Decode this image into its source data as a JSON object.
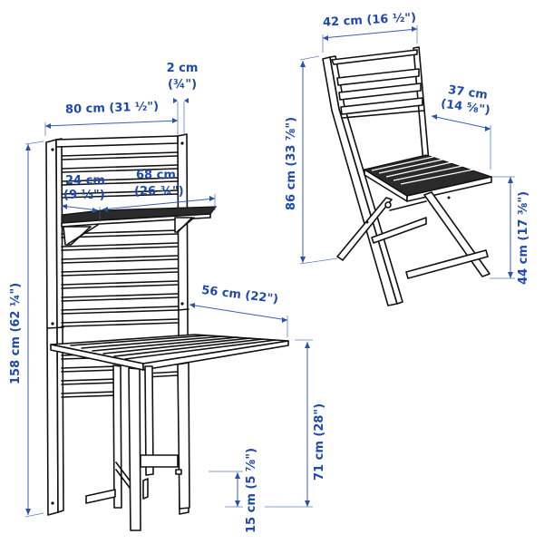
{
  "diagram": {
    "type": "product-dimension-drawing",
    "items": [
      "wall panel with shelf and drop-leaf table",
      "folding chair"
    ],
    "colors": {
      "dimension_ink": "#1f4aa8",
      "line_art": "#111111",
      "background": "#ffffff"
    }
  },
  "panel_set": {
    "width_label": "80 cm (31 ½\")",
    "panel_thickness": {
      "metric": "2 cm",
      "imperial": "(¾\")"
    },
    "shelf_depth": {
      "metric": "24 cm",
      "imperial": "(9 ½\")"
    },
    "shelf_width": {
      "metric": "68 cm",
      "imperial": "(26 ¾\")"
    },
    "table_depth_label": "56 cm (22\")",
    "height_label": "158 cm (62 ¼\")",
    "table_height_label": "71 cm (28\")",
    "floor_clearance_label": "15 cm (5 ⅞\")"
  },
  "chair": {
    "width_label": "42 cm (16 ½\")",
    "depth": {
      "metric": "37 cm",
      "imperial": "(14 ⅝\")"
    },
    "height_label": "86 cm (33 ⅞\")",
    "seat_height_label": "44 cm (17 ⅜\")"
  }
}
